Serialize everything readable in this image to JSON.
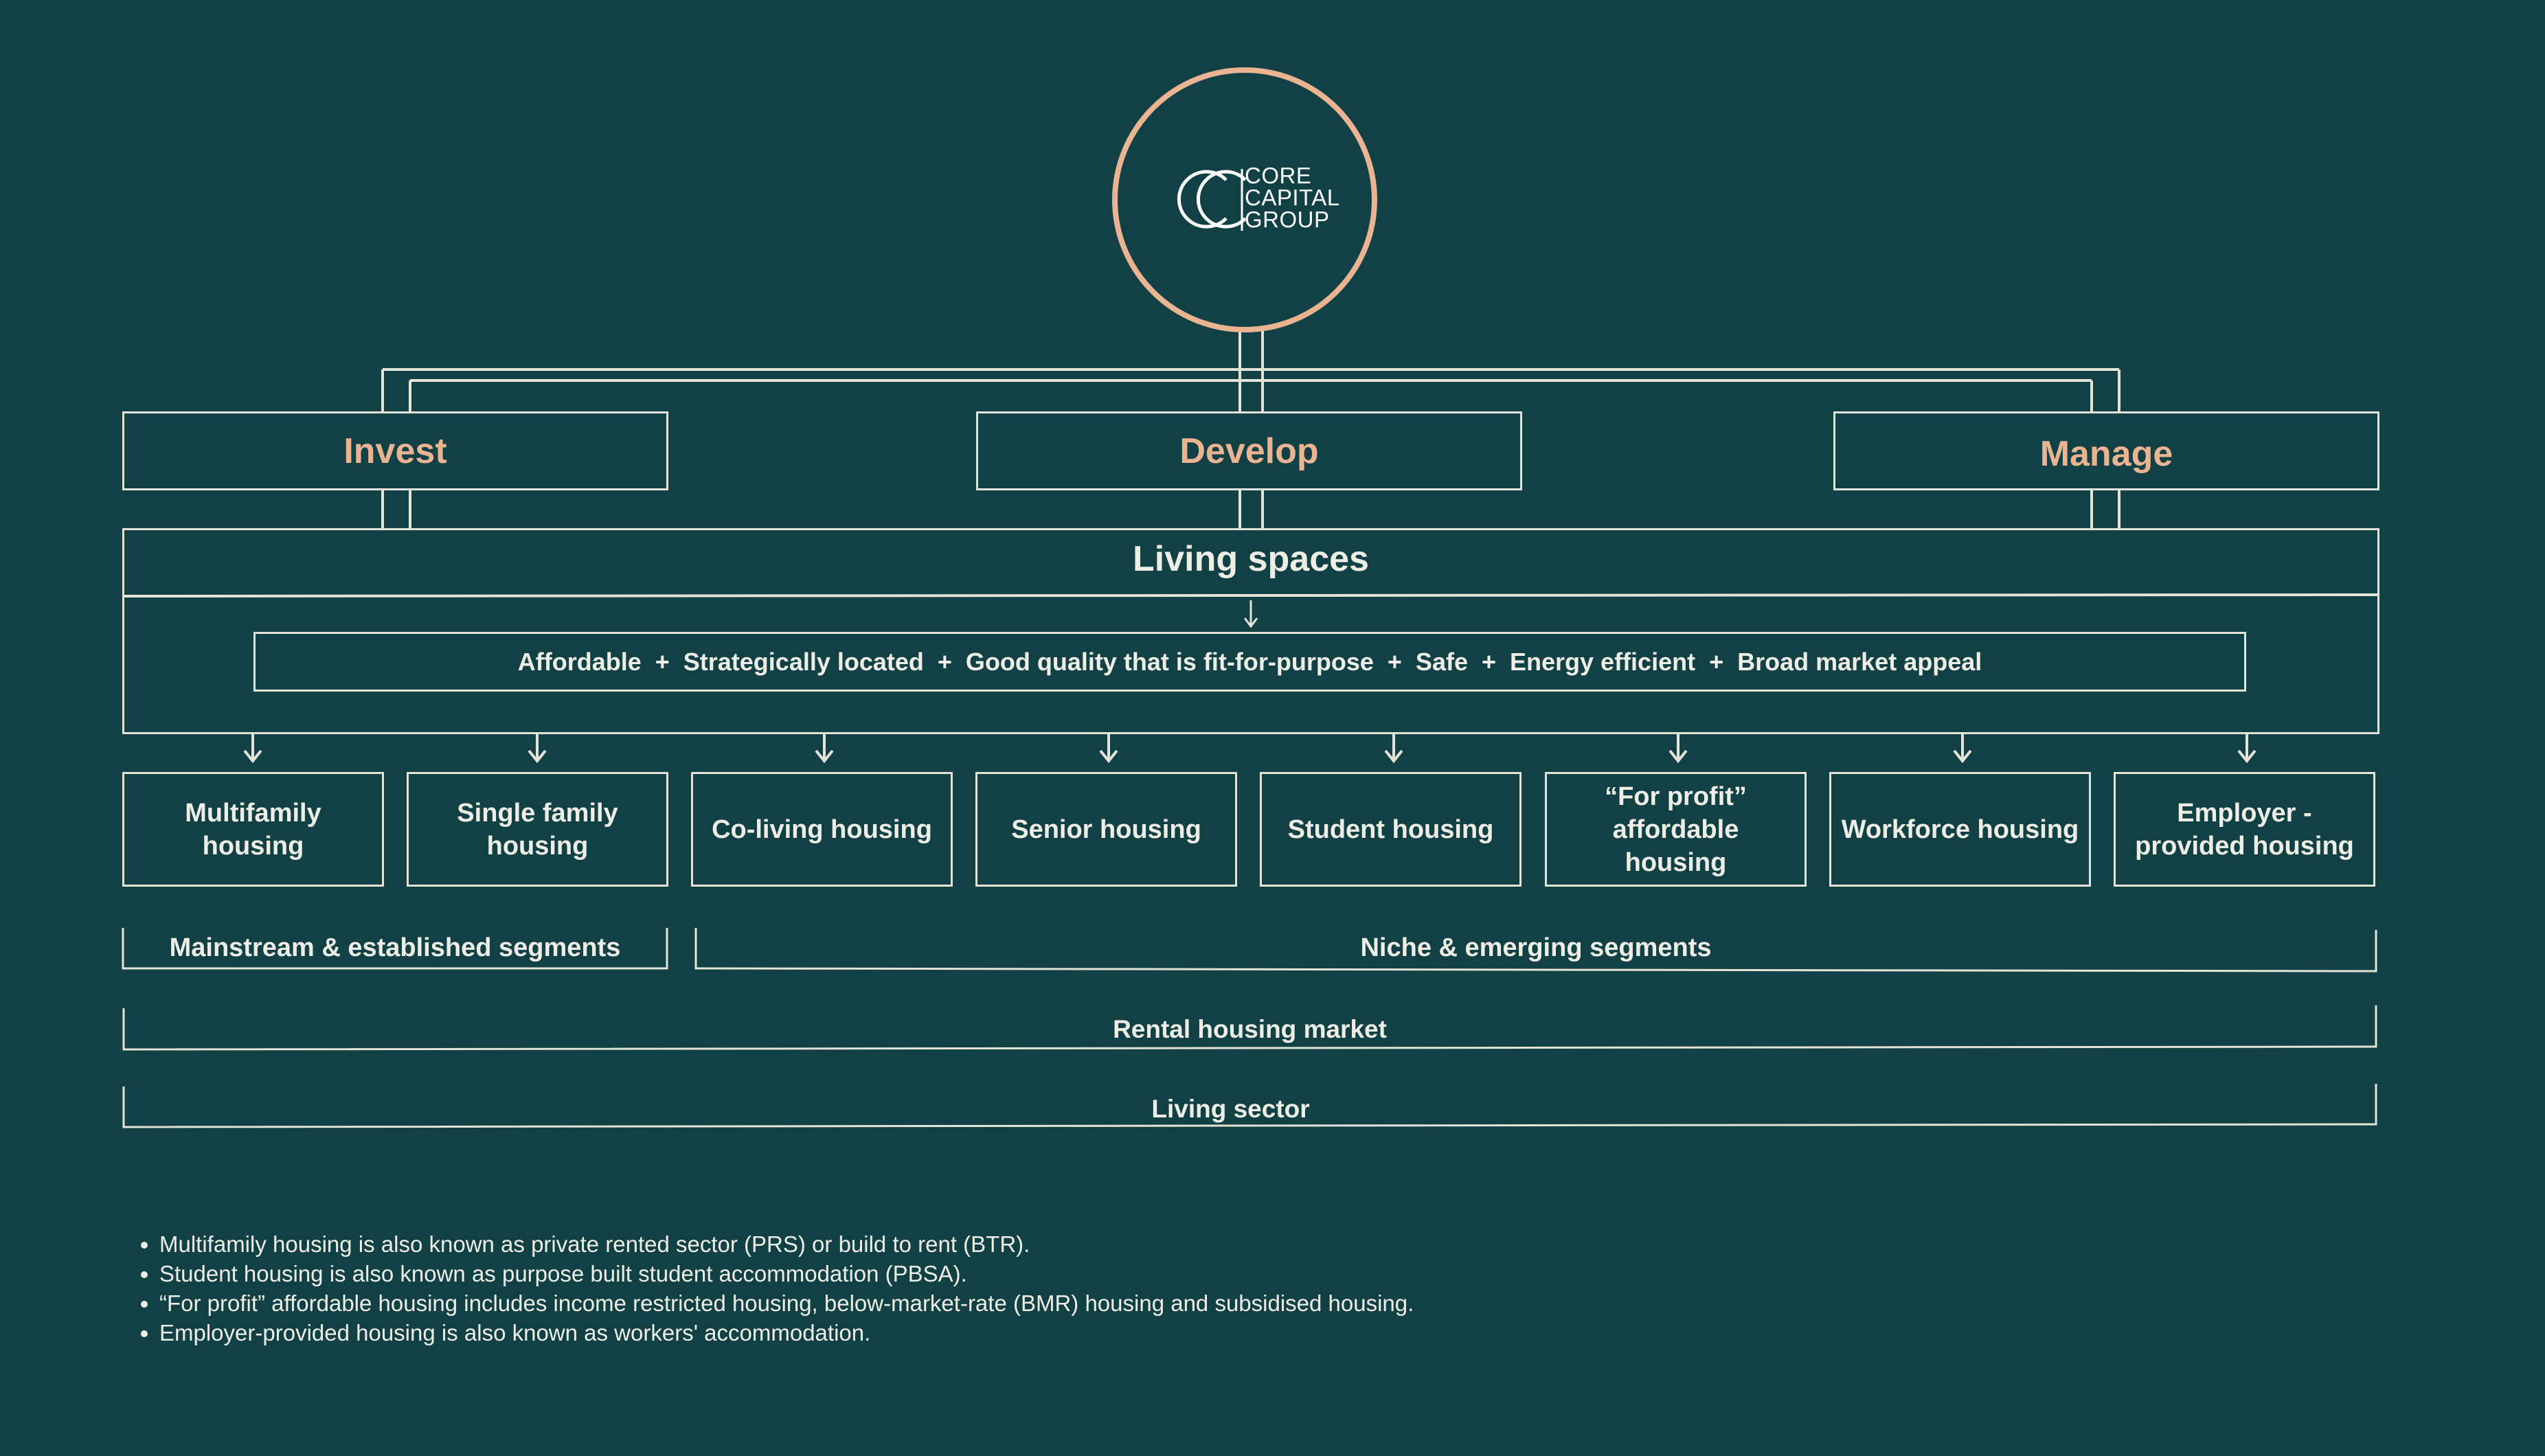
{
  "logo": {
    "lines": [
      "CORE",
      "CAPITAL",
      "GROUP"
    ]
  },
  "pillars": [
    "Invest",
    "Develop",
    "Manage"
  ],
  "living_spaces": {
    "title": "Living spaces",
    "criteria_text": "Affordable  +  Strategically located  +  Good quality that is fit-for-purpose  +  Safe  +  Energy efficient  +  Broad market appeal"
  },
  "segments": [
    "Multifamily housing",
    "Single family housing",
    "Co-living housing",
    "Senior housing",
    "Student housing",
    "“For profit” affordable housing",
    "Workforce housing",
    "Employer - provided housing"
  ],
  "groupings": {
    "mainstream": "Mainstream & established segments",
    "niche": "Niche & emerging segments",
    "rental": "Rental housing market",
    "living": "Living sector"
  },
  "footnotes": [
    "Multifamily housing is also known as private rented sector (PRS) or build to rent (BTR).",
    "Student housing is also known as purpose built student accommodation (PBSA).",
    "“For profit” affordable housing includes income restricted housing, below-market-rate (BMR) housing and subsidised housing.",
    "Employer-provided housing is also known as workers' accommodation."
  ],
  "colors": {
    "background": "#114144",
    "accent": "#eab492",
    "line": "#e3e3d8",
    "text": "#eeeee6"
  }
}
